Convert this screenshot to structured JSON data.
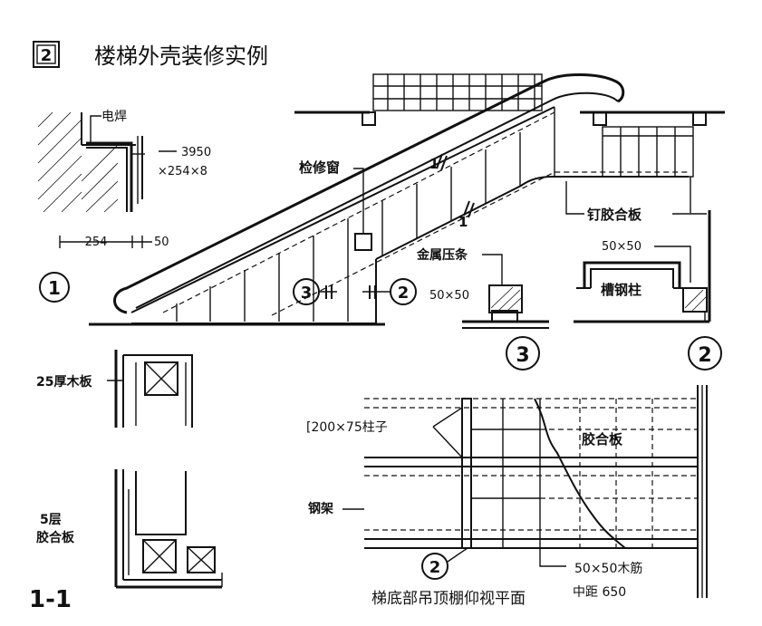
{
  "header": {
    "section_number": "2",
    "title": "楼梯外壳装修实例"
  },
  "detail_1": {
    "marker": "1",
    "weld_label": "电焊",
    "angle_spec_line1": "3950",
    "angle_spec_line2": "×254×8",
    "dim_254": "254",
    "dim_50": "50"
  },
  "escalator": {
    "inspection_window": "检修窗",
    "plywood_nailed": "钉胶合板",
    "metal_strip": "金属压条",
    "size_50x50_a": "50×50",
    "size_50x50_b": "50×50",
    "channel_column": "槽钢柱",
    "callout_3": "3",
    "callout_2": "2",
    "section_mark_1_top": "1",
    "section_mark_1_bottom": "1"
  },
  "detail_markers": {
    "marker_3": "3",
    "marker_2": "2"
  },
  "section_1_1": {
    "wood_board": "25厚木板",
    "plywood_5_line1": "5层",
    "plywood_5_line2": "胶合板",
    "title": "1-1"
  },
  "ceiling_plan": {
    "column_spec": "[200×75柱子",
    "steel_frame": "钢架",
    "plywood": "胶合板",
    "callout_2": "2",
    "wood_joist": "50×50木筋",
    "spacing": "中距 650",
    "title": "梯底部吊顶棚仰视平面"
  }
}
